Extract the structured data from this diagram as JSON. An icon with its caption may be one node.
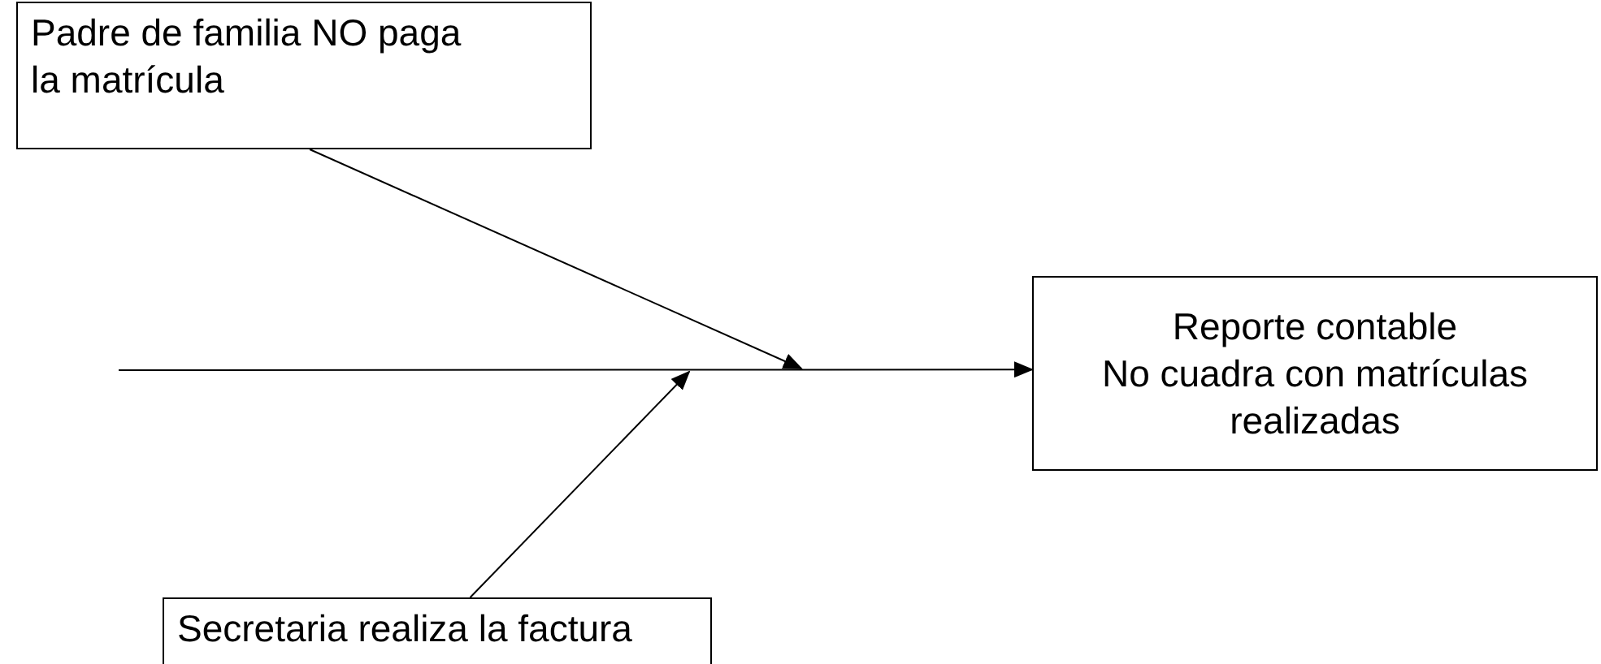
{
  "diagram": {
    "nodes": [
      {
        "text": [
          "Padre de familia NO paga la matrícula"
        ]
      },
      {
        "text": [
          "Reporte contable",
          "No cuadra con matrículas realizadas"
        ]
      },
      {
        "text": [
          "Secretaria realiza la factura"
        ]
      }
    ],
    "edges": [
      {
        "from": null,
        "to": 1,
        "arrow": "to"
      },
      {
        "from": 0,
        "to": null,
        "arrow": "to"
      },
      {
        "from": 2,
        "to": null,
        "arrow": "to"
      }
    ]
  }
}
